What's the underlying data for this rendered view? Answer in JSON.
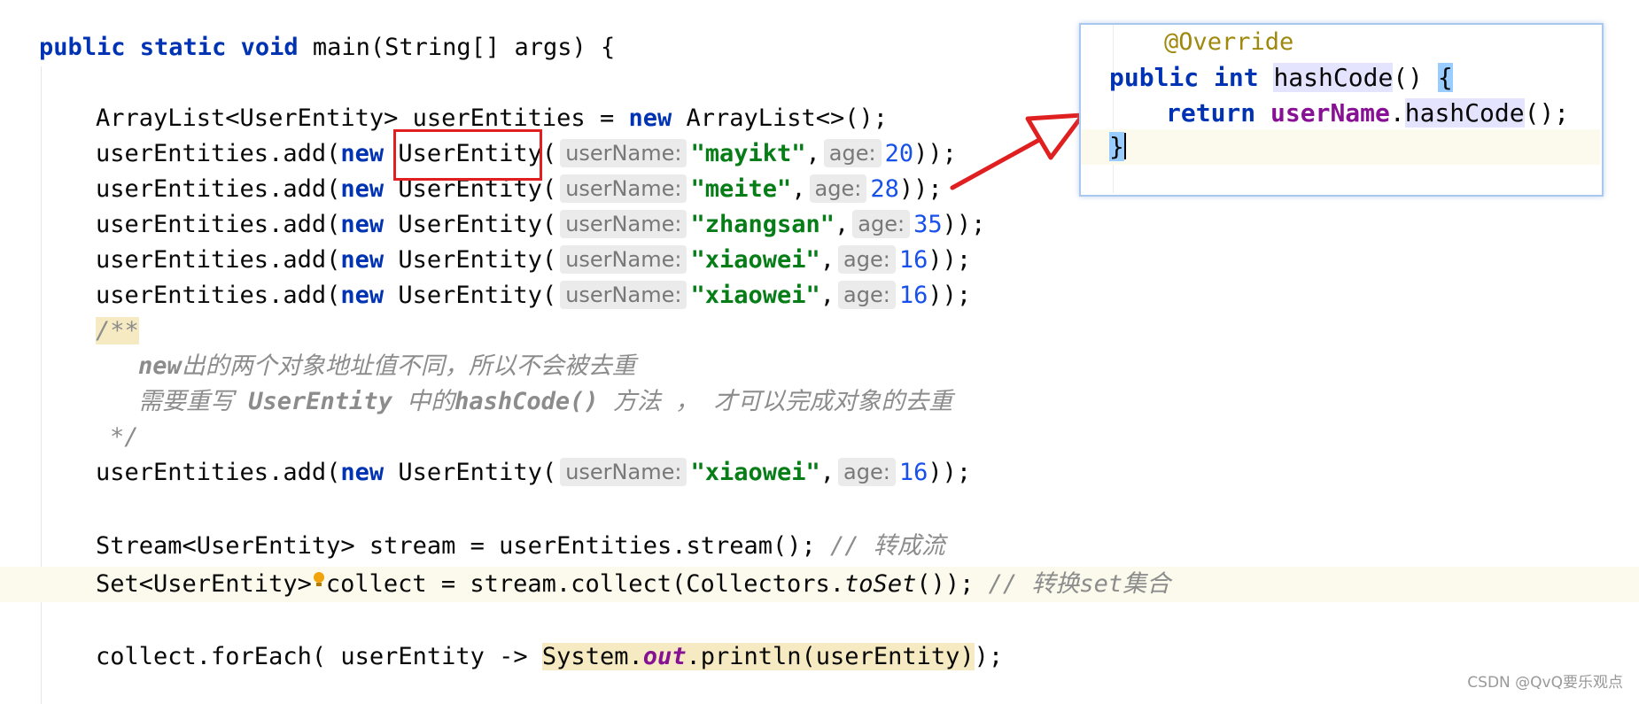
{
  "code": {
    "line1": {
      "kw": "public static void",
      "rest": " main(String[] args) {"
    },
    "line2": {
      "text1": "ArrayList<UserEntity> userEntities = ",
      "kw": "new",
      "text2": " ArrayList<>();"
    },
    "adds": [
      {
        "prefix": "userEntities.add(",
        "kw": "new",
        "cls": " UserEntity(",
        "hint_name": "userName:",
        "name": "\"mayikt\"",
        "sep": ",",
        "hint_age": "age:",
        "age": "20",
        "suffix": "));"
      },
      {
        "prefix": "userEntities.add(",
        "kw": "new",
        "cls": " UserEntity(",
        "hint_name": "userName:",
        "name": "\"meite\"",
        "sep": ",",
        "hint_age": "age:",
        "age": "28",
        "suffix": "));"
      },
      {
        "prefix": "userEntities.add(",
        "kw": "new",
        "cls": " UserEntity(",
        "hint_name": "userName:",
        "name": "\"zhangsan\"",
        "sep": ",",
        "hint_age": "age:",
        "age": "35",
        "suffix": "));"
      },
      {
        "prefix": "userEntities.add(",
        "kw": "new",
        "cls": " UserEntity(",
        "hint_name": "userName:",
        "name": "\"xiaowei\"",
        "sep": ",",
        "hint_age": "age:",
        "age": "16",
        "suffix": "));"
      },
      {
        "prefix": "userEntities.add(",
        "kw": "new",
        "cls": " UserEntity(",
        "hint_name": "userName:",
        "name": "\"xiaowei\"",
        "sep": ",",
        "hint_age": "age:",
        "age": "16",
        "suffix": "));"
      }
    ],
    "doc": {
      "open": "/**",
      "line1_b": "new",
      "line1": "出的两个对象地址值不同，所以不会被去重",
      "line2_a": "需要重写 ",
      "line2_b": "UserEntity",
      "line2_c": " 中的",
      "line2_d": "hashCode()",
      "line2_e": " 方法 ， 才可以完成对象的去重",
      "close": "*/"
    },
    "add6": {
      "prefix": "userEntities.add(",
      "kw": "new",
      "cls": " UserEntity(",
      "hint_name": "userName:",
      "name": "\"xiaowei\"",
      "sep": ",",
      "hint_age": "age:",
      "age": "16",
      "suffix": "));"
    },
    "stream_line": {
      "text": "Stream<UserEntity> stream = userEntities.stream(); ",
      "comment": "// 转成流"
    },
    "collect_line": {
      "text1": "Set<UserEntity>",
      "text2": "collect = stream.collect(Collectors.",
      "it": "toSet",
      "text3": "()); ",
      "comment": "// 转换set集合"
    },
    "foreach_line": {
      "text1": "collect.forEach( userEntity -> ",
      "sys": "System.",
      "out": "out",
      "rest_hl": ".println(userEntity)",
      "text2": ");"
    }
  },
  "popup": {
    "annotation": "@Override",
    "sig_kw": "public int",
    "method": "hashCode",
    "sig_rest": "() ",
    "brace": "{",
    "ret_kw": "return",
    "field": "userName",
    "dot": ".",
    "call": "hashCode",
    "call_rest": "();",
    "close": "}"
  },
  "watermark": "CSDN @QvQ要乐观点",
  "colors": {
    "keyword": "#0033b3",
    "string": "#067d17",
    "number": "#1750eb",
    "annotation_box": "#e02020",
    "arrow": "#e02020"
  }
}
